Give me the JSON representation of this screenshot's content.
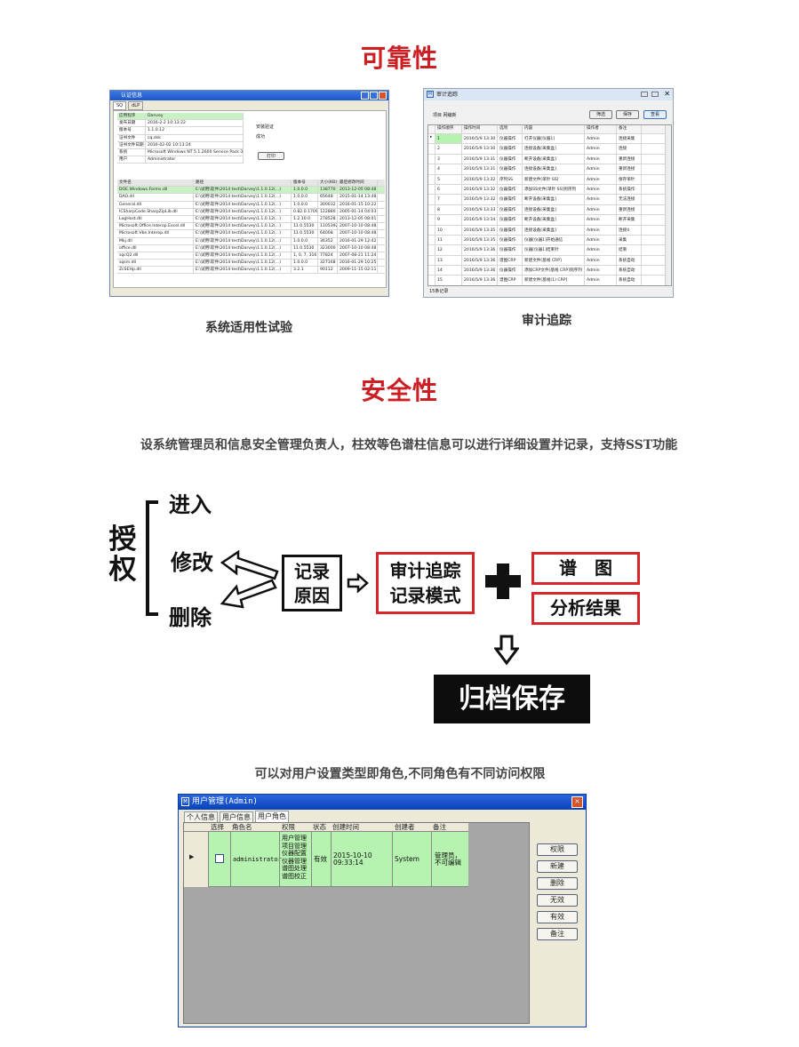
{
  "sections": {
    "reliability_title": "可靠性",
    "security_title": "安全性",
    "caption_compat": "系统适用性试验",
    "caption_audit": "审计追踪",
    "security_desc": "设系统管理员和信息安全管理负责人，柱效等色谱柱信息可以进行详细设置并记录，支持SST功能",
    "roles_caption": "可以对用户设置类型即角色,不同角色有不同访问权限"
  },
  "win1": {
    "title": "认证信息",
    "tabs": [
      "SQ",
      "dLP"
    ],
    "info_rows": [
      {
        "k": "应用程序",
        "v": "Danvey"
      },
      {
        "k": "发布日期",
        "v": "2016-2-2 10:13:22"
      },
      {
        "k": "版本号",
        "v": "1.1.0.12"
      },
      {
        "k": "证书文件",
        "v": "cq.dsk"
      },
      {
        "k": "证书文件日期",
        "v": "2016-02-02 10:13:24"
      },
      {
        "k": "系统",
        "v": "Microsoft Windows NT 5.1.2600 Service Pack 3"
      },
      {
        "k": "用户",
        "v": "Administrator"
      }
    ],
    "verify_label": "安装验证",
    "verify_result": "成功",
    "print_btn": "打印",
    "cols": [
      "文件名",
      "路径",
      "版本号",
      "大小(KB)",
      "最后修改时间"
    ],
    "rows": [
      [
        "DOE.Windows.Forms.dll",
        "E:\\试用\\软件\\2014 test\\Darvey\\1.1.0.12(...)",
        "1.0.0.0",
        "138770",
        "2013-12-05 08:48"
      ],
      [
        "DAO.dll",
        "E:\\试用\\软件\\2014 test\\Darvey\\1.1.0.12(...)",
        "1.0.0.0",
        "65648",
        "2015-01-14 13:48"
      ],
      [
        "General.dll",
        "E:\\试用\\软件\\2014 test\\Darvey\\1.1.0.12(...)",
        "1.0.0.0",
        "300032",
        "2016-01-15 10:22"
      ],
      [
        "ICSharpCode.SharpZipLib.dll",
        "E:\\试用\\软件\\2014 test\\Darvey\\1.1.0.12(...)",
        "0.82.0.1709",
        "122880",
        "2005-01-14 04:03"
      ],
      [
        "LogHost.dll",
        "E:\\试用\\软件\\2014 test\\Darvey\\1.1.0.12(...)",
        "1.2.10.0",
        "278528",
        "2013-12-05 08:01"
      ],
      [
        "Microsoft.Office.Interop.Excel.dll",
        "E:\\试用\\软件\\2014 test\\Darvey\\1.1.0.12(...)",
        "11.0.5530",
        "1105392",
        "2007-10-10 08:48"
      ],
      [
        "Microsoft.Vbe.Interop.dll",
        "E:\\试用\\软件\\2014 test\\Darvey\\1.1.0.12(...)",
        "11.0.5530",
        "64008",
        "2007-10-10 08:48"
      ],
      [
        "Mkj.dll",
        "E:\\试用\\软件\\2014 test\\Darvey\\1.1.0.12(...)",
        "1.0.0.0",
        "36352",
        "2016-01-29 12:42"
      ],
      [
        "office.dll",
        "E:\\试用\\软件\\2014 test\\Darvey\\1.1.0.12(...)",
        "11.0.5530",
        "323000",
        "2007-10-10 08:48"
      ],
      [
        "sqcQ2.dll",
        "E:\\试用\\软件\\2014 test\\Darvey\\1.1.0.12(...)",
        "1, 0, 7, 316",
        "77824",
        "2007-08-21 11:24"
      ],
      [
        "sqsm.dll",
        "E:\\试用\\软件\\2014 test\\Darvey\\1.1.0.12(...)",
        "1.0.0.0",
        "327168",
        "2016-01-29 10:25"
      ],
      [
        "ZcSEHp.dll",
        "E:\\试用\\软件\\2014 test\\Darvey\\1.1.0.12(...)",
        "3.2.1",
        "90112",
        "2009-11-15 02:11"
      ]
    ]
  },
  "win2": {
    "title": "审计追踪",
    "toolbar_label": "项目 网编新",
    "btn_filter": "筛选",
    "btn_save": "保存",
    "btn_view": "查看",
    "cols": [
      "操作顺序",
      "操作时间",
      "选项",
      "内容",
      "操作者",
      "备注"
    ],
    "rows": [
      [
        "1",
        "2016/5/9 13:30",
        "仪器操作",
        "打开仪器[仪器1]",
        "Admin",
        "连接采集"
      ],
      [
        "2",
        "2016/5/9 13:30",
        "仪器操作",
        "连接设备[采集盒]",
        "Admin",
        "连接"
      ],
      [
        "3",
        "2016/5/9 13:31",
        "仪器操作",
        "断开设备[采集盒]",
        "Admin",
        "重新连接"
      ],
      [
        "4",
        "2016/5/9 13:31",
        "仪器操作",
        "连接设备[采集盒]",
        "Admin",
        "重新连接"
      ],
      [
        "5",
        "2016/5/9 13:32",
        "序列SS",
        "新建文件[单针 SS]",
        "Admin",
        "保存单针"
      ],
      [
        "6",
        "2016/5/9 13:32",
        "仪器操作",
        "添加SS文件[单针 SS]到序列",
        "Admin",
        "系统操作"
      ],
      [
        "7",
        "2016/5/9 13:32",
        "仪器操作",
        "断开设备[采集盒]",
        "Admin",
        "无法连接"
      ],
      [
        "8",
        "2016/5/9 13:33",
        "仪器操作",
        "连接设备[采集盒]",
        "Admin",
        "重新连接"
      ],
      [
        "9",
        "2016/5/9 13:34",
        "仪器操作",
        "断开设备[采集盒]",
        "Admin",
        "断开采集"
      ],
      [
        "10",
        "2016/5/9 13:35",
        "仪器操作",
        "连接设备[采集盒]",
        "Admin",
        "连接4"
      ],
      [
        "11",
        "2016/5/9 13:35",
        "仪器操作",
        "仪器[仪器1]开始通信",
        "Admin",
        "采集"
      ],
      [
        "12",
        "2016/5/9 13:36",
        "仪器操作",
        "仪器[仪器1]结束针",
        "Admin",
        "结束"
      ],
      [
        "13",
        "2016/5/9 13:36",
        "谱图CRP",
        "新建文件[基线 CRP]",
        "Admin",
        "系统自动"
      ],
      [
        "14",
        "2016/5/9 13:36",
        "仪器操作",
        "添加CRP文件[基线 CRP]到序列",
        "Admin",
        "系统自动"
      ],
      [
        "15",
        "2016/5/9 13:36",
        "谱图CRP",
        "新建文件[基线(1) CRP]",
        "Admin",
        "系统自动"
      ]
    ],
    "status": "15条记录"
  },
  "diagram": {
    "auth": "授权",
    "enter": "进入",
    "modify": "修改",
    "delete": "删除",
    "record_reason": "记录原因",
    "audit_mode_1": "审计追踪",
    "audit_mode_2": "记录模式",
    "spectrum": "谱　图",
    "analysis": "分析结果",
    "archive": "归档保存"
  },
  "win3": {
    "title": "用户管理(Admin)",
    "tabs": [
      "个人信息",
      "用户信息",
      "用户角色"
    ],
    "cols": [
      "选择",
      "角色名",
      "权限",
      "状态",
      "创建时间",
      "创建者",
      "备注"
    ],
    "row": {
      "name": "administrator",
      "permissions": [
        "用户管理",
        "项目管理",
        "仪器配置",
        "仪器管理",
        "谱图处理",
        "谱图校正"
      ],
      "status": "有效",
      "created": "2015-10-10 09:33:14",
      "creator": "System",
      "note": "管理员，不可编辑"
    },
    "buttons": [
      "权限",
      "新建",
      "删除",
      "无效",
      "有效",
      "备注"
    ]
  }
}
